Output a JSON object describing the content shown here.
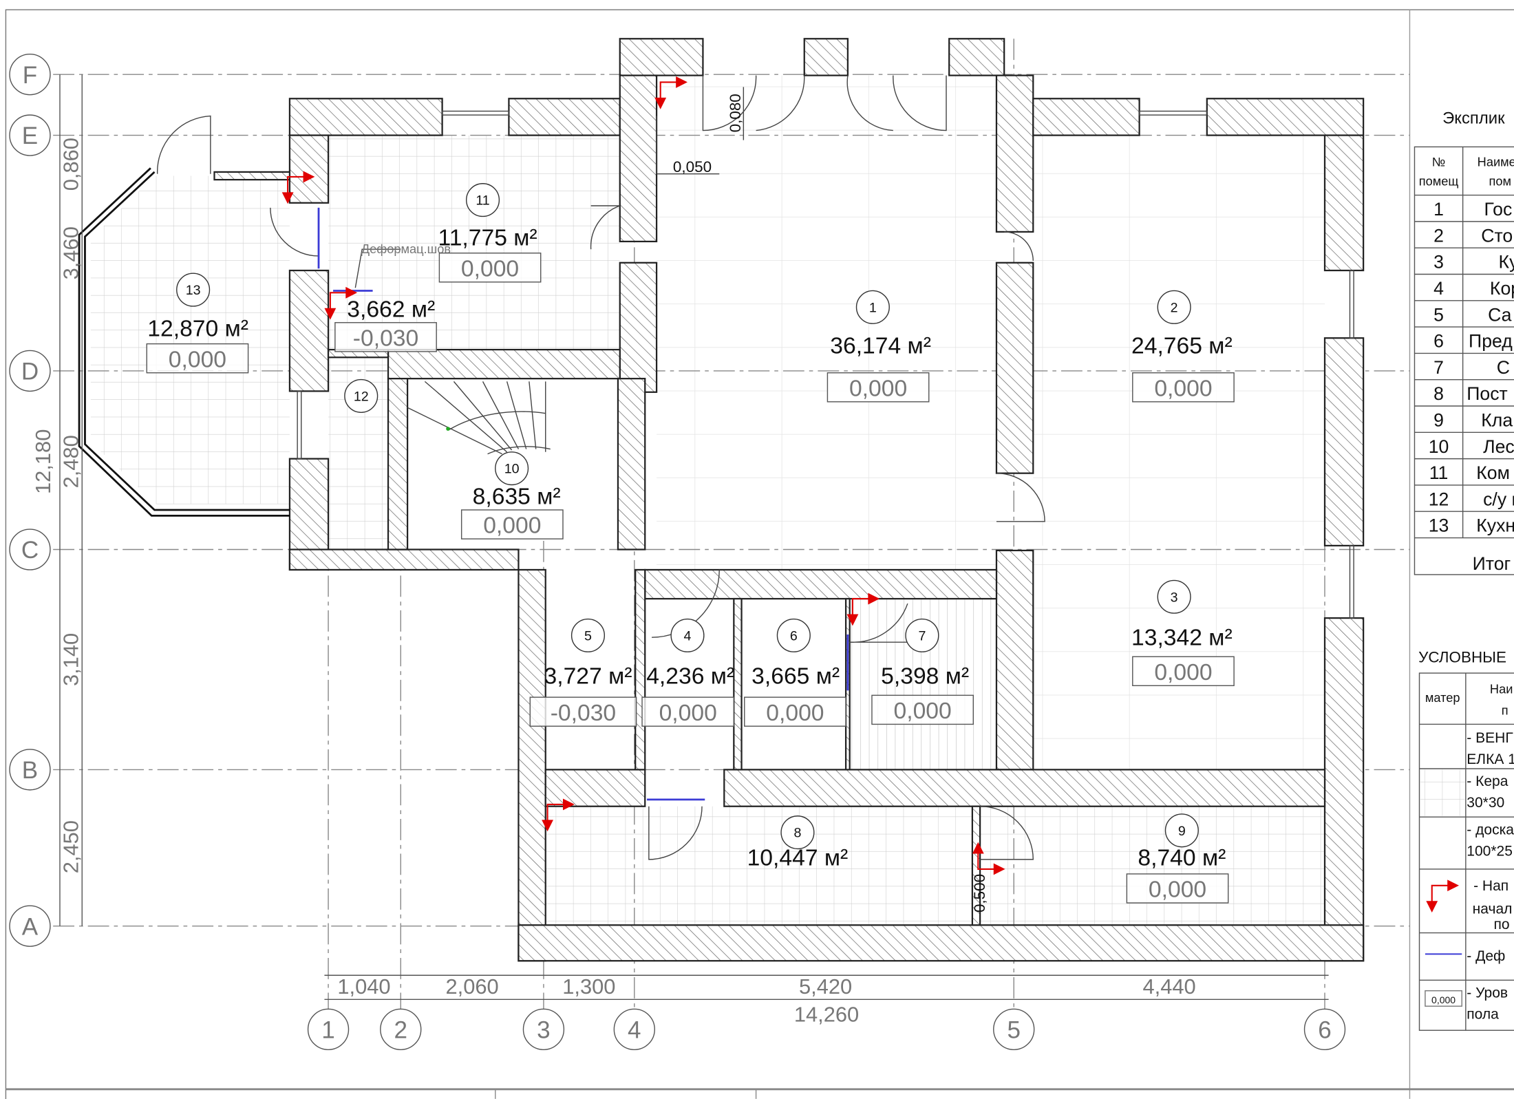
{
  "axes": {
    "rows": [
      "F",
      "E",
      "D",
      "C",
      "B",
      "A"
    ],
    "cols": [
      "1",
      "2",
      "3",
      "4",
      "5",
      "6"
    ]
  },
  "dimensions": {
    "bottom": [
      "1,040",
      "2,060",
      "1,300",
      "5,420",
      "4,440"
    ],
    "bottom_total": "14,260",
    "left": [
      "0,860",
      "3,460",
      "2,480",
      "3,140",
      "2,450"
    ],
    "left_total": "12,180"
  },
  "rooms": [
    {
      "no": "1",
      "area": "36,174 м²",
      "level": "0,000"
    },
    {
      "no": "2",
      "area": "24,765 м²",
      "level": "0,000"
    },
    {
      "no": "3",
      "area": "13,342 м²",
      "level": "0,000"
    },
    {
      "no": "4",
      "area": "4,236 м²",
      "level": "0,000"
    },
    {
      "no": "5",
      "area": "3,727 м²",
      "level": "-0,030"
    },
    {
      "no": "6",
      "area": "3,665 м²",
      "level": "0,000"
    },
    {
      "no": "7",
      "area": "5,398 м²",
      "level": "0,000"
    },
    {
      "no": "8",
      "area": "10,447 м²",
      "level": ""
    },
    {
      "no": "9",
      "area": "8,740 м²",
      "level": "0,000"
    },
    {
      "no": "10",
      "area": "8,635 м²",
      "level": "0,000"
    },
    {
      "no": "11",
      "area": "11,775 м²",
      "level": "0,000"
    },
    {
      "no": "12",
      "area": "3,662 м²",
      "level": "-0,030"
    },
    {
      "no": "13",
      "area": "12,870 м²",
      "level": "0,000"
    }
  ],
  "annotations": {
    "expansion_joint": "Деформац.шов",
    "offset_1": "0,050",
    "offset_2": "0,080",
    "offset_3": "0,500"
  },
  "explication": {
    "title": "Эксплик",
    "header_no_1": "№",
    "header_no_2": "помещ",
    "header_name_1": "Наиме",
    "header_name_2": "пом",
    "rows": [
      {
        "no": "1",
        "name": "Гос"
      },
      {
        "no": "2",
        "name": "Сто"
      },
      {
        "no": "3",
        "name": "Ку"
      },
      {
        "no": "4",
        "name": "Кор"
      },
      {
        "no": "5",
        "name": "Са"
      },
      {
        "no": "6",
        "name": "Пред"
      },
      {
        "no": "7",
        "name": "С"
      },
      {
        "no": "8",
        "name": "Пост"
      },
      {
        "no": "9",
        "name": "Кла"
      },
      {
        "no": "10",
        "name": "Лес"
      },
      {
        "no": "11",
        "name": "Ком"
      },
      {
        "no": "12",
        "name": "с/у п"
      },
      {
        "no": "13",
        "name": "Кухн"
      }
    ],
    "total": "Итог"
  },
  "legend": {
    "title": "УСЛОВНЫЕ",
    "header_mat": "матер",
    "header_name_1": "Наи",
    "header_name_2": "п",
    "rows": [
      {
        "line1": "- ВЕНГ",
        "line2": "ЕЛКА 1"
      },
      {
        "line1": "- Кера",
        "line2": "30*30"
      },
      {
        "line1": "- доска",
        "line2": "100*25"
      },
      {
        "line1": "- Нап",
        "line2": "начал",
        "line3": "по"
      },
      {
        "line1": "- Деф"
      },
      {
        "line1": "- Уров",
        "line2": "пола",
        "sample": "0,000"
      }
    ]
  },
  "colors": {
    "arrow": "#e00000",
    "joint": "#3b3bd6",
    "hatch": "#555555"
  }
}
